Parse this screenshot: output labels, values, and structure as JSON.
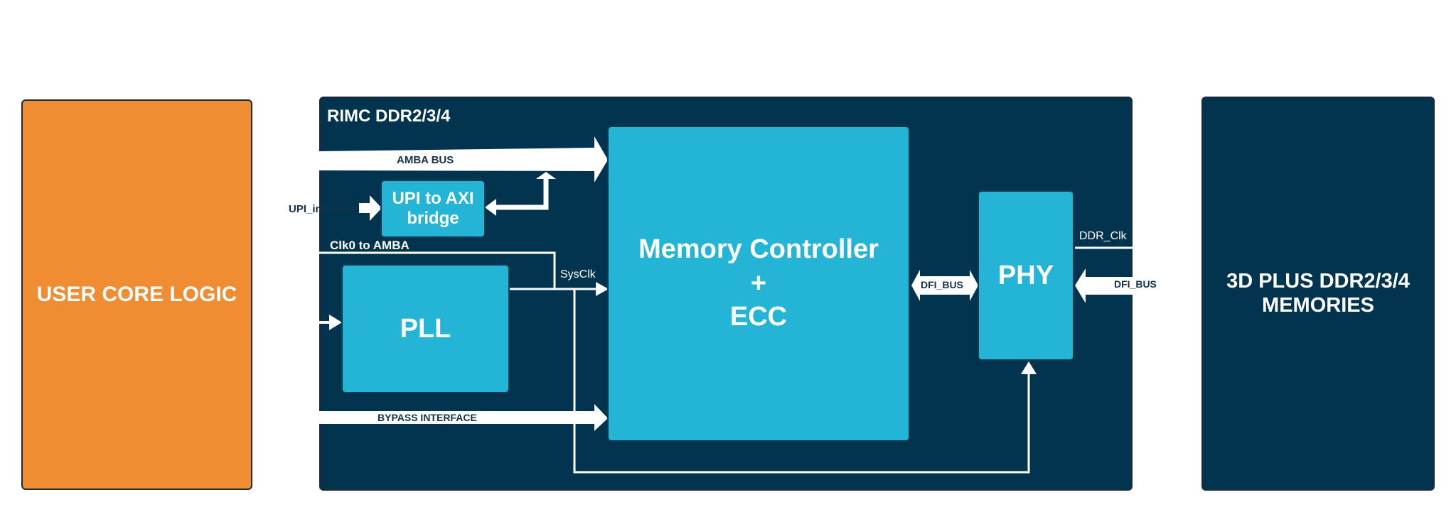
{
  "blocks": {
    "user_core_logic": "USER CORE LOGIC",
    "rimc_title": "RIMC DDR2/3/4",
    "memories": "3D PLUS DDR2/3/4\nMEMORIES",
    "upi_bridge": "UPI to AXI\nbridge",
    "pll": "PLL",
    "memory_controller": "Memory Controller\n+\nECC",
    "phy": "PHY"
  },
  "signals": {
    "amba_bus": "AMBA BUS",
    "upi_interface": "UPI_interface",
    "clk0_to_amba": "Clk0 to AMBA",
    "sysclk": "SysClk",
    "bypass_interface": "BYPASS INTERFACE",
    "dfi_bus_left": "DFI_BUS",
    "dfi_bus_right": "DFI_BUS",
    "ddr_clk": "DDR_Clk"
  },
  "colors": {
    "orange": "#f08c32",
    "navy": "#02344f",
    "cyan": "#24b5d6",
    "white": "#ffffff"
  }
}
